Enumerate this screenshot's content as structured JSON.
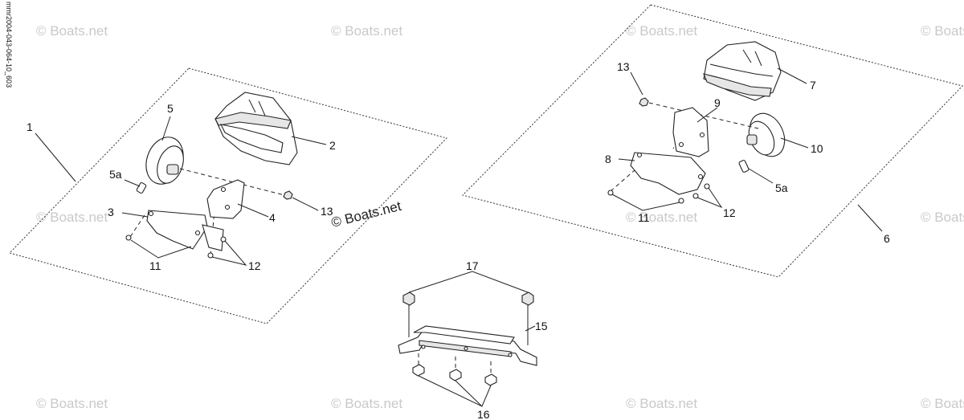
{
  "drawing_code": "mmr2004-043-064-10_603",
  "watermark_text": "© Boats.net",
  "center_watermark_text": "© Boats.net",
  "labels": {
    "l1": "1",
    "l2": "2",
    "l3": "3",
    "l4": "4",
    "l5_left": "5",
    "l5a_left": "5a",
    "l11_left": "11",
    "l12_left": "12",
    "l13_left": "13",
    "l6": "6",
    "l7": "7",
    "l8": "8",
    "l9": "9",
    "l10": "10",
    "l5a_right": "5a",
    "l11_right": "11",
    "l12_right": "12",
    "l13_right": "13",
    "l15": "15",
    "l16": "16",
    "l17": "17"
  }
}
